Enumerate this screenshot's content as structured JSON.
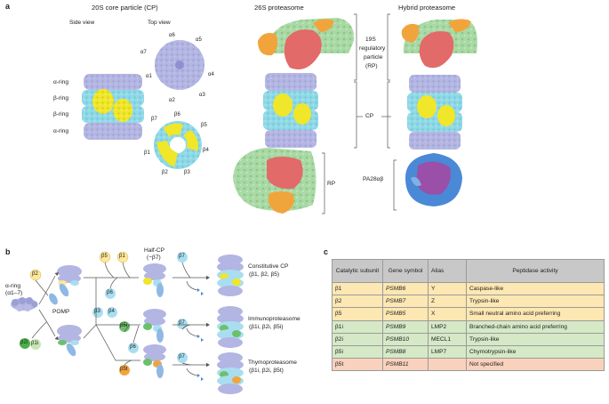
{
  "panel_a": {
    "letter": "a",
    "core_title": "20S core particle (CP)",
    "side_view": "Side view",
    "top_view": "Top view",
    "ring_labels": [
      "α-ring",
      "β-ring",
      "β-ring",
      "α-ring"
    ],
    "alpha_subunits": [
      "α6",
      "α5",
      "α7",
      "α4",
      "α1",
      "α3",
      "α2"
    ],
    "beta_subunits": [
      "β7",
      "β6",
      "β5",
      "β4",
      "β1",
      "β2",
      "β3"
    ],
    "proteasome_26s": "26S proteasome",
    "hybrid": "Hybrid proteasome",
    "rp_label_1": "19S",
    "rp_label_2": "regulatory",
    "rp_label_3": "particle",
    "rp_label_4": "(RP)",
    "cp_label": "CP",
    "rp_bottom": "RP",
    "pa28": "PA28αβ"
  },
  "panel_b": {
    "letter": "b",
    "alpha_ring_1": "α-ring",
    "alpha_ring_2": "(α1–7)",
    "pomp": "POMP",
    "half_cp_1": "Half-CP",
    "half_cp_2": "(−β7)",
    "beta_tokens": {
      "b2": "β2",
      "b1i": "β1i",
      "b2i": "β2i",
      "b5": "β5",
      "b1": "β1",
      "b6": "β6",
      "b3": "β3",
      "b4": "β4",
      "b7a": "β7",
      "b5i": "β5i",
      "b6b": "β6",
      "b7b": "β7",
      "b5t": "β5t",
      "b7c": "β7"
    },
    "const_1": "Constitutive CP",
    "const_2": "(β1, β2, β5)",
    "immuno_1": "Immunoproteasome",
    "immuno_2": "(β1i, β2i, β5i)",
    "thymo_1": "Thymoproteasome",
    "thymo_2": "(β1i, β2i, β5t)"
  },
  "panel_c": {
    "letter": "c",
    "headers": [
      "Catalytic subunit",
      "Gene symbol",
      "Alias",
      "Peptidase activity"
    ],
    "rows": [
      {
        "subunit": "β1",
        "gene": "PSMB6",
        "alias": "Y",
        "activity": "Caspase-like"
      },
      {
        "subunit": "β2",
        "gene": "PSMB7",
        "alias": "Z",
        "activity": "Trypsin-like"
      },
      {
        "subunit": "β5",
        "gene": "PSMB5",
        "alias": "X",
        "activity": "Small neutral amino acid preferring"
      },
      {
        "subunit": "β1i",
        "gene": "PSMB9",
        "alias": "LMP2",
        "activity": "Branched-chain amino acid preferring"
      },
      {
        "subunit": "β2i",
        "gene": "PSMB10",
        "alias": "MECL1",
        "activity": "Trypsin-like"
      },
      {
        "subunit": "β5i",
        "gene": "PSMB8",
        "alias": "LMP7",
        "activity": "Chymotrypsin-like"
      },
      {
        "subunit": "β5t",
        "gene": "PSMB11",
        "alias": "",
        "activity": "Not specified"
      }
    ]
  },
  "colors": {
    "alpha": "#b3b5e2",
    "beta_cyan": "#8fd8e6",
    "beta_yellow": "#f0e62a",
    "rp_green": "#a9d9a5",
    "rp_red": "#e26a68",
    "rp_orange": "#f2a43c",
    "pa28_blue": "#4a89d6",
    "pa28_purple": "#9a4fa8",
    "row_yellow": "#fde7b2",
    "row_green": "#d5e9c6",
    "row_orange": "#f9d2bd",
    "header_gray": "#c8c8c8"
  }
}
